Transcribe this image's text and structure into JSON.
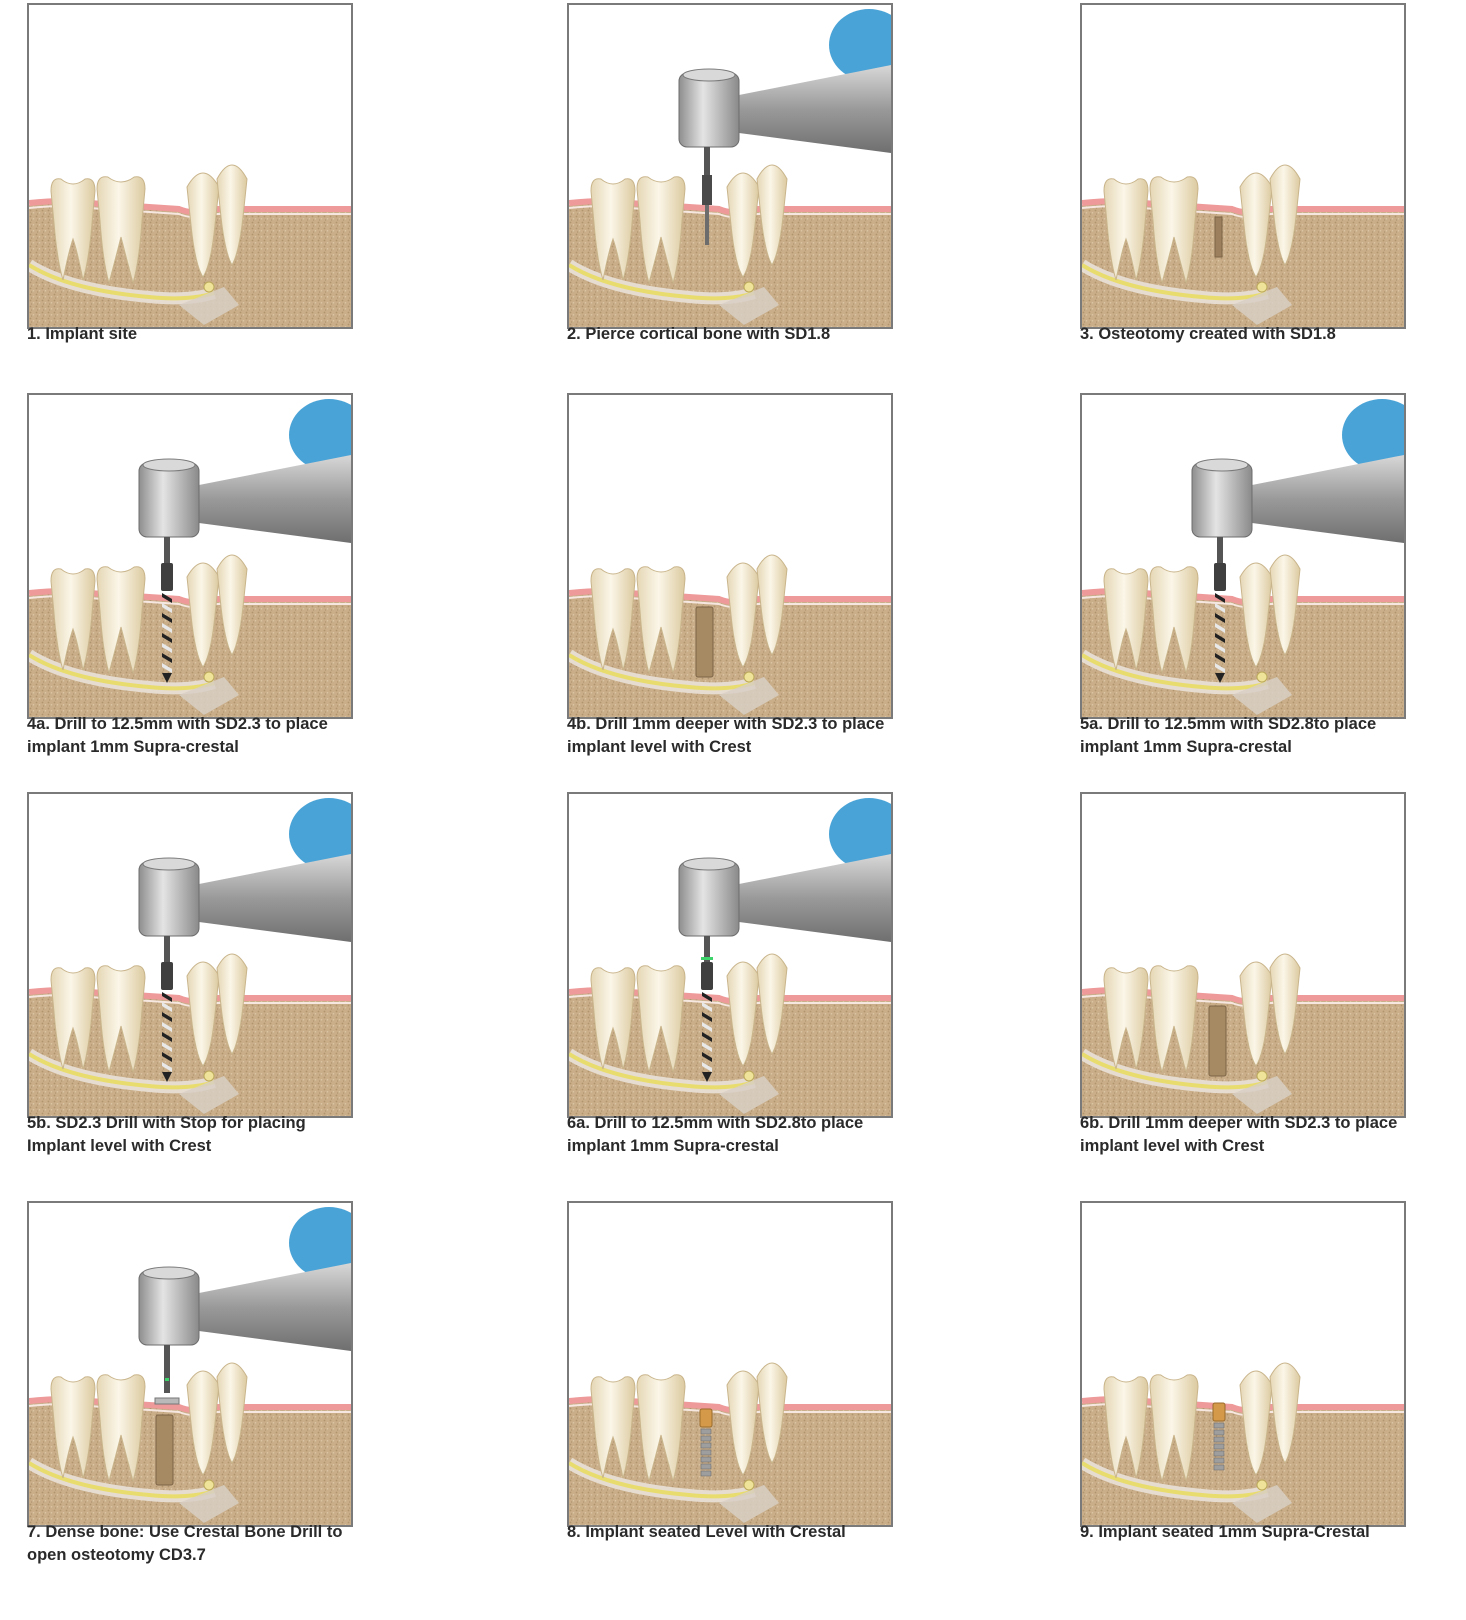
{
  "panels": [
    {
      "caption": "1. Implant site",
      "tool": "none",
      "site": "none"
    },
    {
      "caption": "2. Pierce cortical bone with SD1.8",
      "tool": "pilot",
      "site": "none"
    },
    {
      "caption": "3. Osteotomy created with SD1.8",
      "tool": "none",
      "site": "narrow"
    },
    {
      "caption": "4a. Drill to 12.5mm with SD2.3 to place implant 1mm Supra-crestal",
      "tool": "twist",
      "site": "none"
    },
    {
      "caption": "4b. Drill 1mm deeper with SD2.3 to place implant level with Crest",
      "tool": "none",
      "site": "wide"
    },
    {
      "caption": "5a. Drill to 12.5mm with SD2.8to place implant 1mm Supra-crestal",
      "tool": "twist",
      "site": "none"
    },
    {
      "caption": "5b. SD2.3 Drill with Stop for placing Implant level with Crest",
      "tool": "twist",
      "site": "none"
    },
    {
      "caption": "6a. Drill to 12.5mm with SD2.8to place implant 1mm Supra-crestal",
      "tool": "twist-stop",
      "site": "none"
    },
    {
      "caption": "6b. Drill 1mm deeper with SD2.3 to place implant level with Crest",
      "tool": "none",
      "site": "wide"
    },
    {
      "caption": "7. Dense bone: Use Crestal Bone Drill to open osteotomy CD3.7",
      "tool": "crestal",
      "site": "wide"
    },
    {
      "caption": "8. Implant seated Level with Crestal",
      "tool": "none",
      "site": "implant-level"
    },
    {
      "caption": "9. Implant seated 1mm Supra-Crestal",
      "tool": "none",
      "site": "implant-supra"
    }
  ],
  "colors": {
    "bone": "#cbb08c",
    "gum": "#ef9a9a",
    "tooth": "#f3ead4",
    "nerve": "#e8dc6e",
    "glove": "#4aa3d6",
    "handpiece": "#a9a9a9",
    "implant_collar": "#d49a4a"
  }
}
